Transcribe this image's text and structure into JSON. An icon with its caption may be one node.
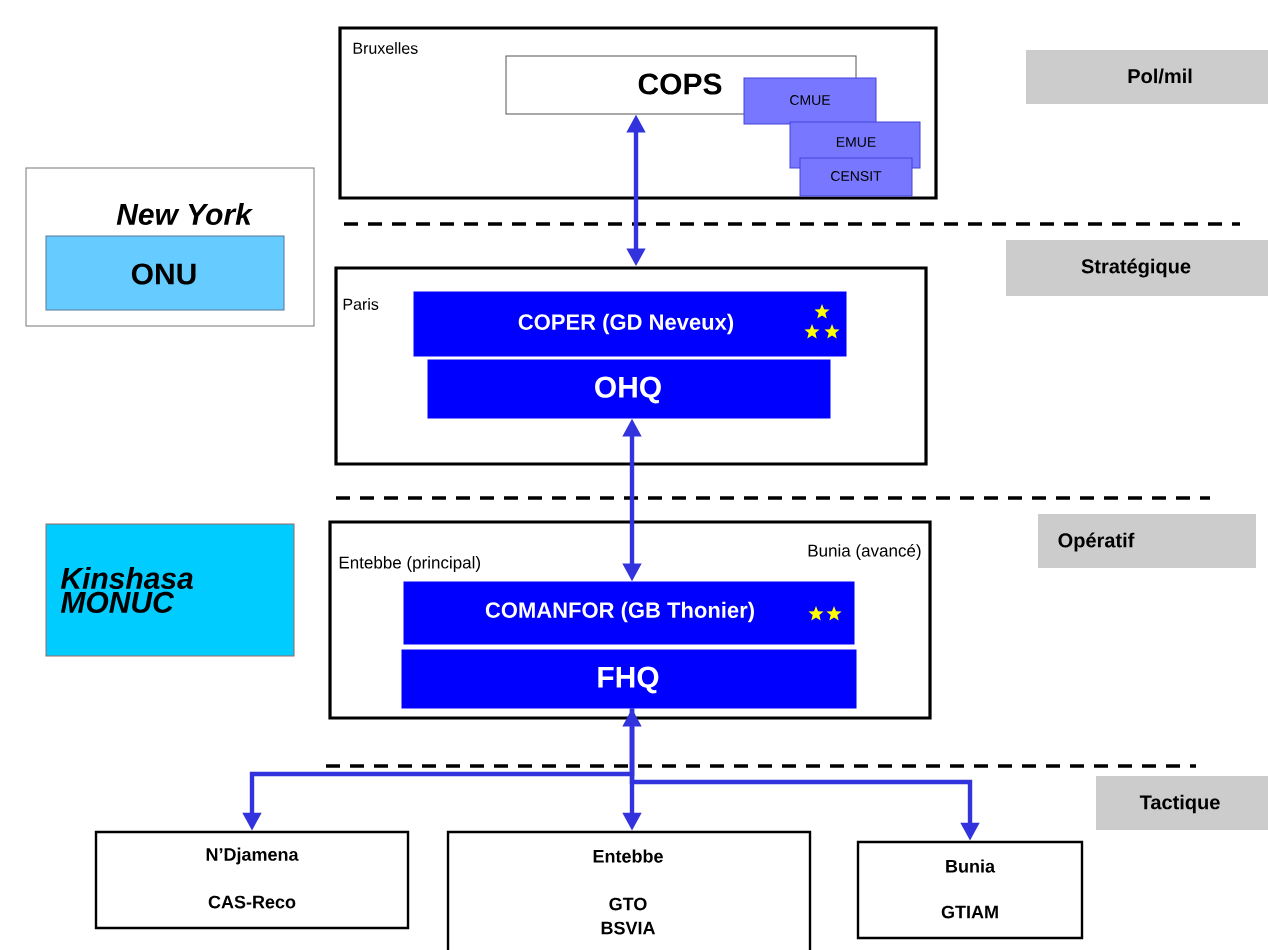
{
  "diagram": {
    "nodes": [
      {
        "text": [
          "Bruxelles"
        ]
      },
      {
        "text": [
          "COPS"
        ],
        "in": 0
      },
      {
        "text": [
          "CMUE"
        ],
        "in": 0
      },
      {
        "text": [
          "EMUE"
        ],
        "in": 0
      },
      {
        "text": [
          "CENSIT"
        ],
        "in": 0
      },
      {
        "text": [
          "New York"
        ]
      },
      {
        "text": [
          "ONU"
        ],
        "in": 5
      },
      {
        "text": [
          "Paris"
        ]
      },
      {
        "text": [
          "COPER (GD Neveux)"
        ],
        "in": 7
      },
      {
        "text": [
          "OHQ"
        ],
        "in": 7
      },
      {
        "text": [
          "Kinshasa MONUC"
        ]
      },
      {
        "text": [
          "Entebbe (principal)",
          "Bunia (avancé)"
        ]
      },
      {
        "text": [
          "COMANFOR (GB Thonier)"
        ],
        "in": 11
      },
      {
        "text": [
          "FHQ"
        ],
        "in": 11
      },
      {
        "text": [
          "N’Djamena",
          "CAS-Reco"
        ]
      },
      {
        "text": [
          "Entebbe",
          "GTO BSVIA"
        ]
      },
      {
        "text": [
          "Bunia",
          "GTIAM"
        ]
      },
      {
        "text": [
          "Pol/mil"
        ]
      },
      {
        "text": [
          "Stratégique"
        ]
      },
      {
        "text": [
          "Opératif"
        ]
      },
      {
        "text": [
          "Tactique"
        ]
      }
    ],
    "edges": [
      {
        "from": 1,
        "to": 7,
        "arrow": "both"
      },
      {
        "from": 9,
        "to": 12,
        "arrow": "both"
      },
      {
        "from": 13,
        "to": 14,
        "arrow": "to"
      },
      {
        "from": 13,
        "to": 15,
        "arrow": "both"
      },
      {
        "from": 13,
        "to": 16,
        "arrow": "to"
      }
    ]
  }
}
